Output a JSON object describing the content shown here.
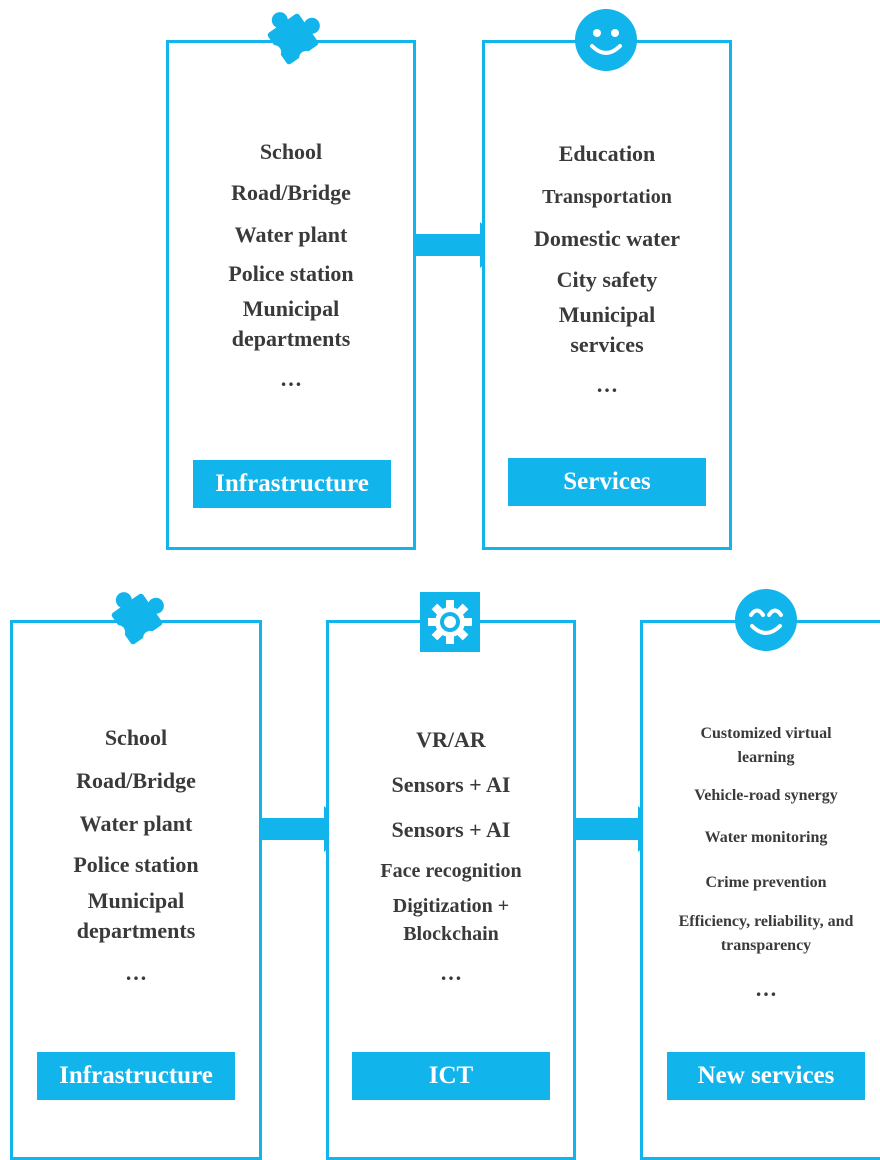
{
  "accent_color": "#12b4ec",
  "top_row": {
    "infrastructure": {
      "icon": "puzzle-icon",
      "items": [
        "School",
        "Road/Bridge",
        "Water plant",
        "Police station",
        "Municipal departments",
        "…"
      ],
      "label": "Infrastructure"
    },
    "services": {
      "icon": "smiley-icon",
      "items": [
        "Education",
        "Transportation",
        "Domestic water",
        "City safety",
        "Municipal services",
        "…"
      ],
      "label": "Services"
    }
  },
  "bottom_row": {
    "infrastructure": {
      "icon": "puzzle-icon",
      "items": [
        "School",
        "Road/Bridge",
        "Water plant",
        "Police station",
        "Municipal departments",
        "…"
      ],
      "label": "Infrastructure"
    },
    "ict": {
      "icon": "gear-icon",
      "items": [
        "VR/AR",
        "Sensors + AI",
        "Sensors + AI",
        "Face recognition",
        "Digitization  + Blockchain",
        "…"
      ],
      "label": "ICT"
    },
    "new_services": {
      "icon": "happy-face-icon",
      "items": [
        "Customized virtual learning",
        "Vehicle-road synergy",
        "Water monitoring",
        "Crime prevention",
        "Efficiency, reliability, and transparency",
        "…"
      ],
      "label": "New services"
    }
  }
}
